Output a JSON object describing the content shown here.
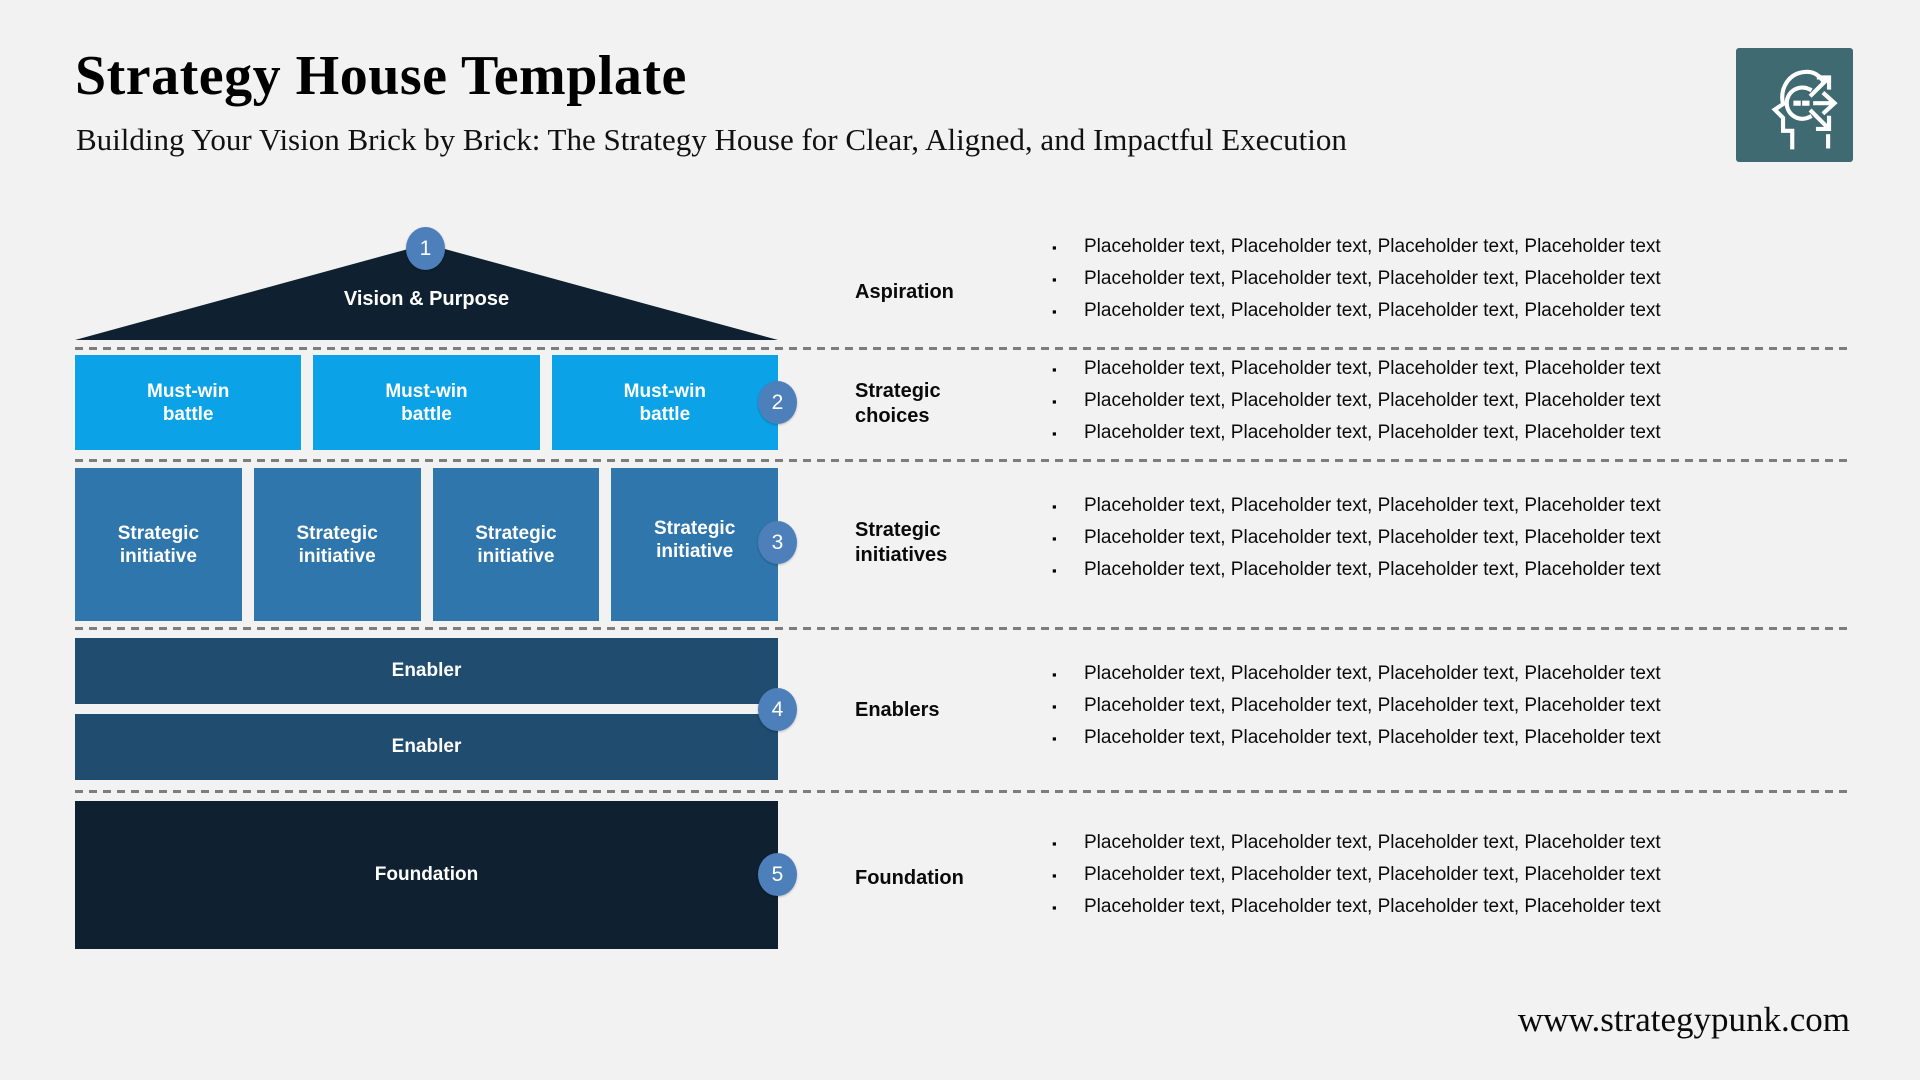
{
  "header": {
    "title": "Strategy House Template",
    "subtitle": "Building Your Vision Brick by Brick: The Strategy House for Clear, Aligned, and Impactful Execution"
  },
  "footer": {
    "url": "www.strategypunk.com"
  },
  "ui": {
    "bullet_char": "▪"
  },
  "colors": {
    "background": "#f2f2f3",
    "dark_navy": "#0f2030",
    "bright_blue": "#0ba2e8",
    "medium_blue": "#2f76ad",
    "steel_blue": "#1f4c6f",
    "badge_blue": "#4d80ba",
    "divider_gray": "#7d7d7d",
    "logo_teal": "#3f6a72"
  },
  "house": {
    "roof": {
      "label": "Vision & Purpose",
      "badge": "1"
    },
    "must_win": {
      "badge": "2",
      "boxes": [
        "Must-win\nbattle",
        "Must-win\nbattle",
        "Must-win\nbattle"
      ]
    },
    "initiatives": {
      "badge": "3",
      "boxes": [
        "Strategic\ninitiative",
        "Strategic\ninitiative",
        "Strategic\ninitiative",
        "Strategic\ninitiative"
      ]
    },
    "enablers": {
      "badge": "4",
      "bars": [
        "Enabler",
        "Enabler"
      ]
    },
    "foundation": {
      "badge": "5",
      "label": "Foundation"
    }
  },
  "annotations": [
    {
      "label": "Aspiration",
      "bullets": [
        "Placeholder text, Placeholder text, Placeholder text, Placeholder text",
        "Placeholder text, Placeholder text, Placeholder text, Placeholder text",
        "Placeholder text, Placeholder text, Placeholder text, Placeholder text"
      ]
    },
    {
      "label": "Strategic\nchoices",
      "bullets": [
        "Placeholder text, Placeholder text, Placeholder text, Placeholder text",
        "Placeholder text, Placeholder text, Placeholder text, Placeholder text",
        "Placeholder text, Placeholder text, Placeholder text, Placeholder text"
      ]
    },
    {
      "label": "Strategic\ninitiatives",
      "bullets": [
        "Placeholder text, Placeholder text, Placeholder text, Placeholder text",
        "Placeholder text, Placeholder text, Placeholder text, Placeholder text",
        "Placeholder text, Placeholder text, Placeholder text, Placeholder text"
      ]
    },
    {
      "label": "Enablers",
      "bullets": [
        "Placeholder text, Placeholder text, Placeholder text, Placeholder text",
        "Placeholder text, Placeholder text, Placeholder text, Placeholder text",
        "Placeholder text, Placeholder text, Placeholder text, Placeholder text"
      ]
    },
    {
      "label": "Foundation",
      "bullets": [
        "Placeholder text, Placeholder text, Placeholder text, Placeholder text",
        "Placeholder text, Placeholder text, Placeholder text, Placeholder text",
        "Placeholder text, Placeholder text, Placeholder text, Placeholder text"
      ]
    }
  ]
}
